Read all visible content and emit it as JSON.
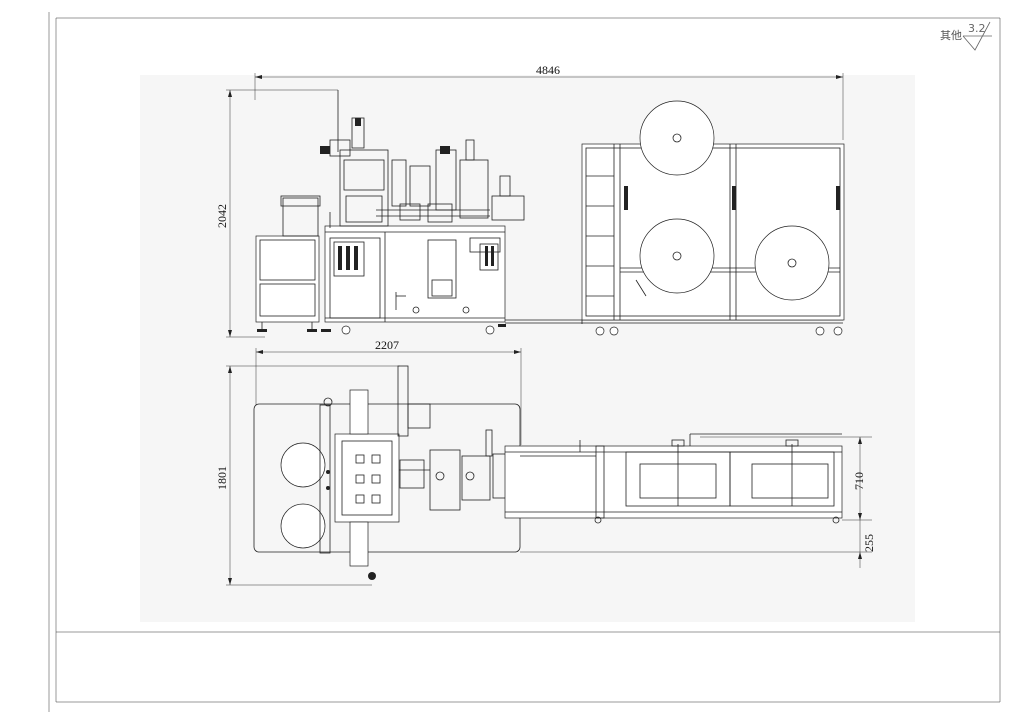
{
  "corner": {
    "text": "其他",
    "scale": "3.2"
  },
  "front_view": {
    "width_dim": "4846",
    "height_dim": "2042"
  },
  "top_view": {
    "width_dim": "2207",
    "height_dim": "1801",
    "right_dim_upper": "710",
    "right_dim_lower": "255"
  }
}
